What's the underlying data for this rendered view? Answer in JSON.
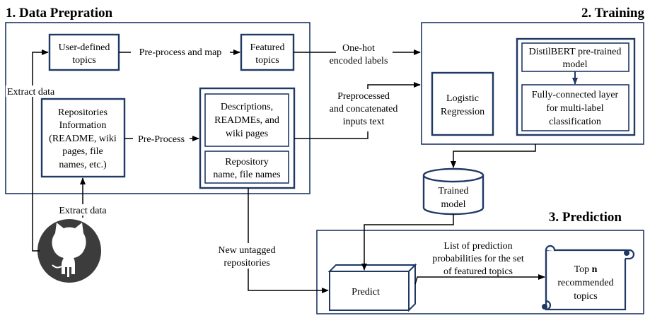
{
  "sections": {
    "data_preparation": "1. Data Prepration",
    "training": "2. Training",
    "prediction": "3. Prediction"
  },
  "nodes": {
    "user_topics": [
      "User-defined",
      "topics"
    ],
    "featured_topics": [
      "Featured",
      "topics"
    ],
    "repo_info": [
      "Repositories",
      "Information",
      "(README, wiki",
      "pages, file",
      "names, etc.)"
    ],
    "descriptions": [
      "Descriptions,",
      "READMEs, and",
      "wiki pages"
    ],
    "repo_name": [
      "Repository",
      "name, file names"
    ],
    "logistic": [
      "Logistic",
      "Regression"
    ],
    "distilbert": [
      "DistilBERT pre-trained",
      "model"
    ],
    "fully_connected": [
      "Fully-connected layer",
      "for multi-label",
      "classification"
    ],
    "trained_model": [
      "Trained",
      "model"
    ],
    "predict": [
      "Predict"
    ],
    "top_n": {
      "prefix": "Top ",
      "bold": "n",
      "rest": [
        "recommended",
        "topics"
      ]
    }
  },
  "edges": {
    "preprocess_map": "Pre-process and map",
    "pre_process": "Pre-Process",
    "extract_data_top": "Extract data",
    "extract_data_bottom": "Extract data",
    "one_hot": [
      "One-hot",
      "encoded labels"
    ],
    "preprocessed": [
      "Preprocessed",
      "and concatenated",
      "inputs text"
    ],
    "new_untagged": [
      "New untagged",
      "repositories"
    ],
    "prediction_list": [
      "List of prediction",
      "probabilities for the set",
      "of featured topics"
    ]
  },
  "colors": {
    "box_stroke": "#1f3864",
    "github_circle": "#3c3c3c"
  }
}
